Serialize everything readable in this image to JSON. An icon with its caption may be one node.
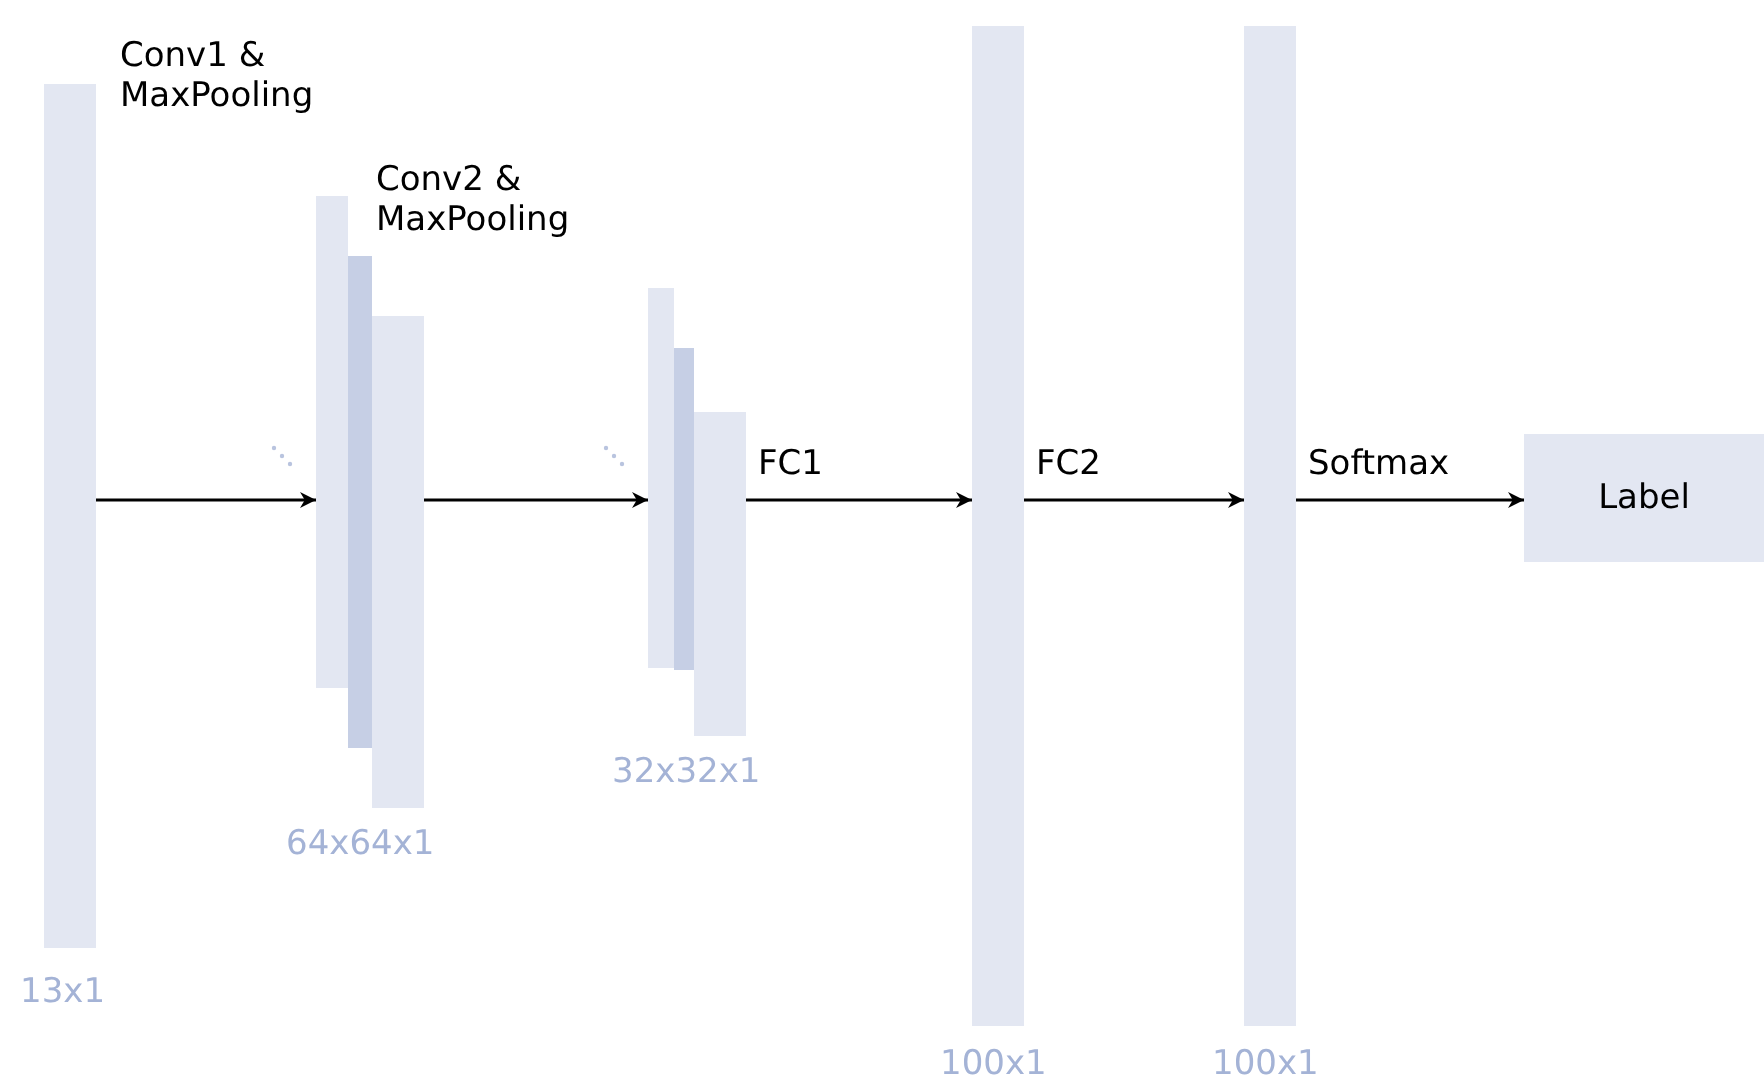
{
  "diagram": {
    "nodes": [
      {
        "text": [],
        "shape": "bar",
        "beside": [
          "13x1"
        ]
      },
      {
        "text": [],
        "shape": "bar"
      },
      {
        "text": [],
        "shape": "bar"
      },
      {
        "text": [],
        "shape": "bar",
        "beside": [
          "64x64x1"
        ]
      },
      {
        "text": [],
        "shape": "bar"
      },
      {
        "text": [],
        "shape": "bar"
      },
      {
        "text": [],
        "shape": "bar",
        "beside": [
          "32x32x1"
        ]
      },
      {
        "text": [],
        "shape": "bar",
        "beside": [
          "100x1"
        ]
      },
      {
        "text": [],
        "shape": "bar",
        "beside": [
          "100x1"
        ]
      },
      {
        "text": [
          "Label"
        ]
      }
    ],
    "edges": [
      {
        "from": 0,
        "to": 1,
        "arrow": "to"
      },
      {
        "from": 3,
        "to": 4,
        "arrow": "to"
      },
      {
        "from": 6,
        "to": 7,
        "arrow": "to",
        "label": "FC1"
      },
      {
        "from": 7,
        "to": 8,
        "arrow": "to",
        "label": "FC2"
      },
      {
        "from": 8,
        "to": 9,
        "arrow": "to",
        "label": "Softmax"
      }
    ],
    "labels": [
      "Conv1 & MaxPooling",
      "Conv2 & MaxPooling"
    ]
  }
}
